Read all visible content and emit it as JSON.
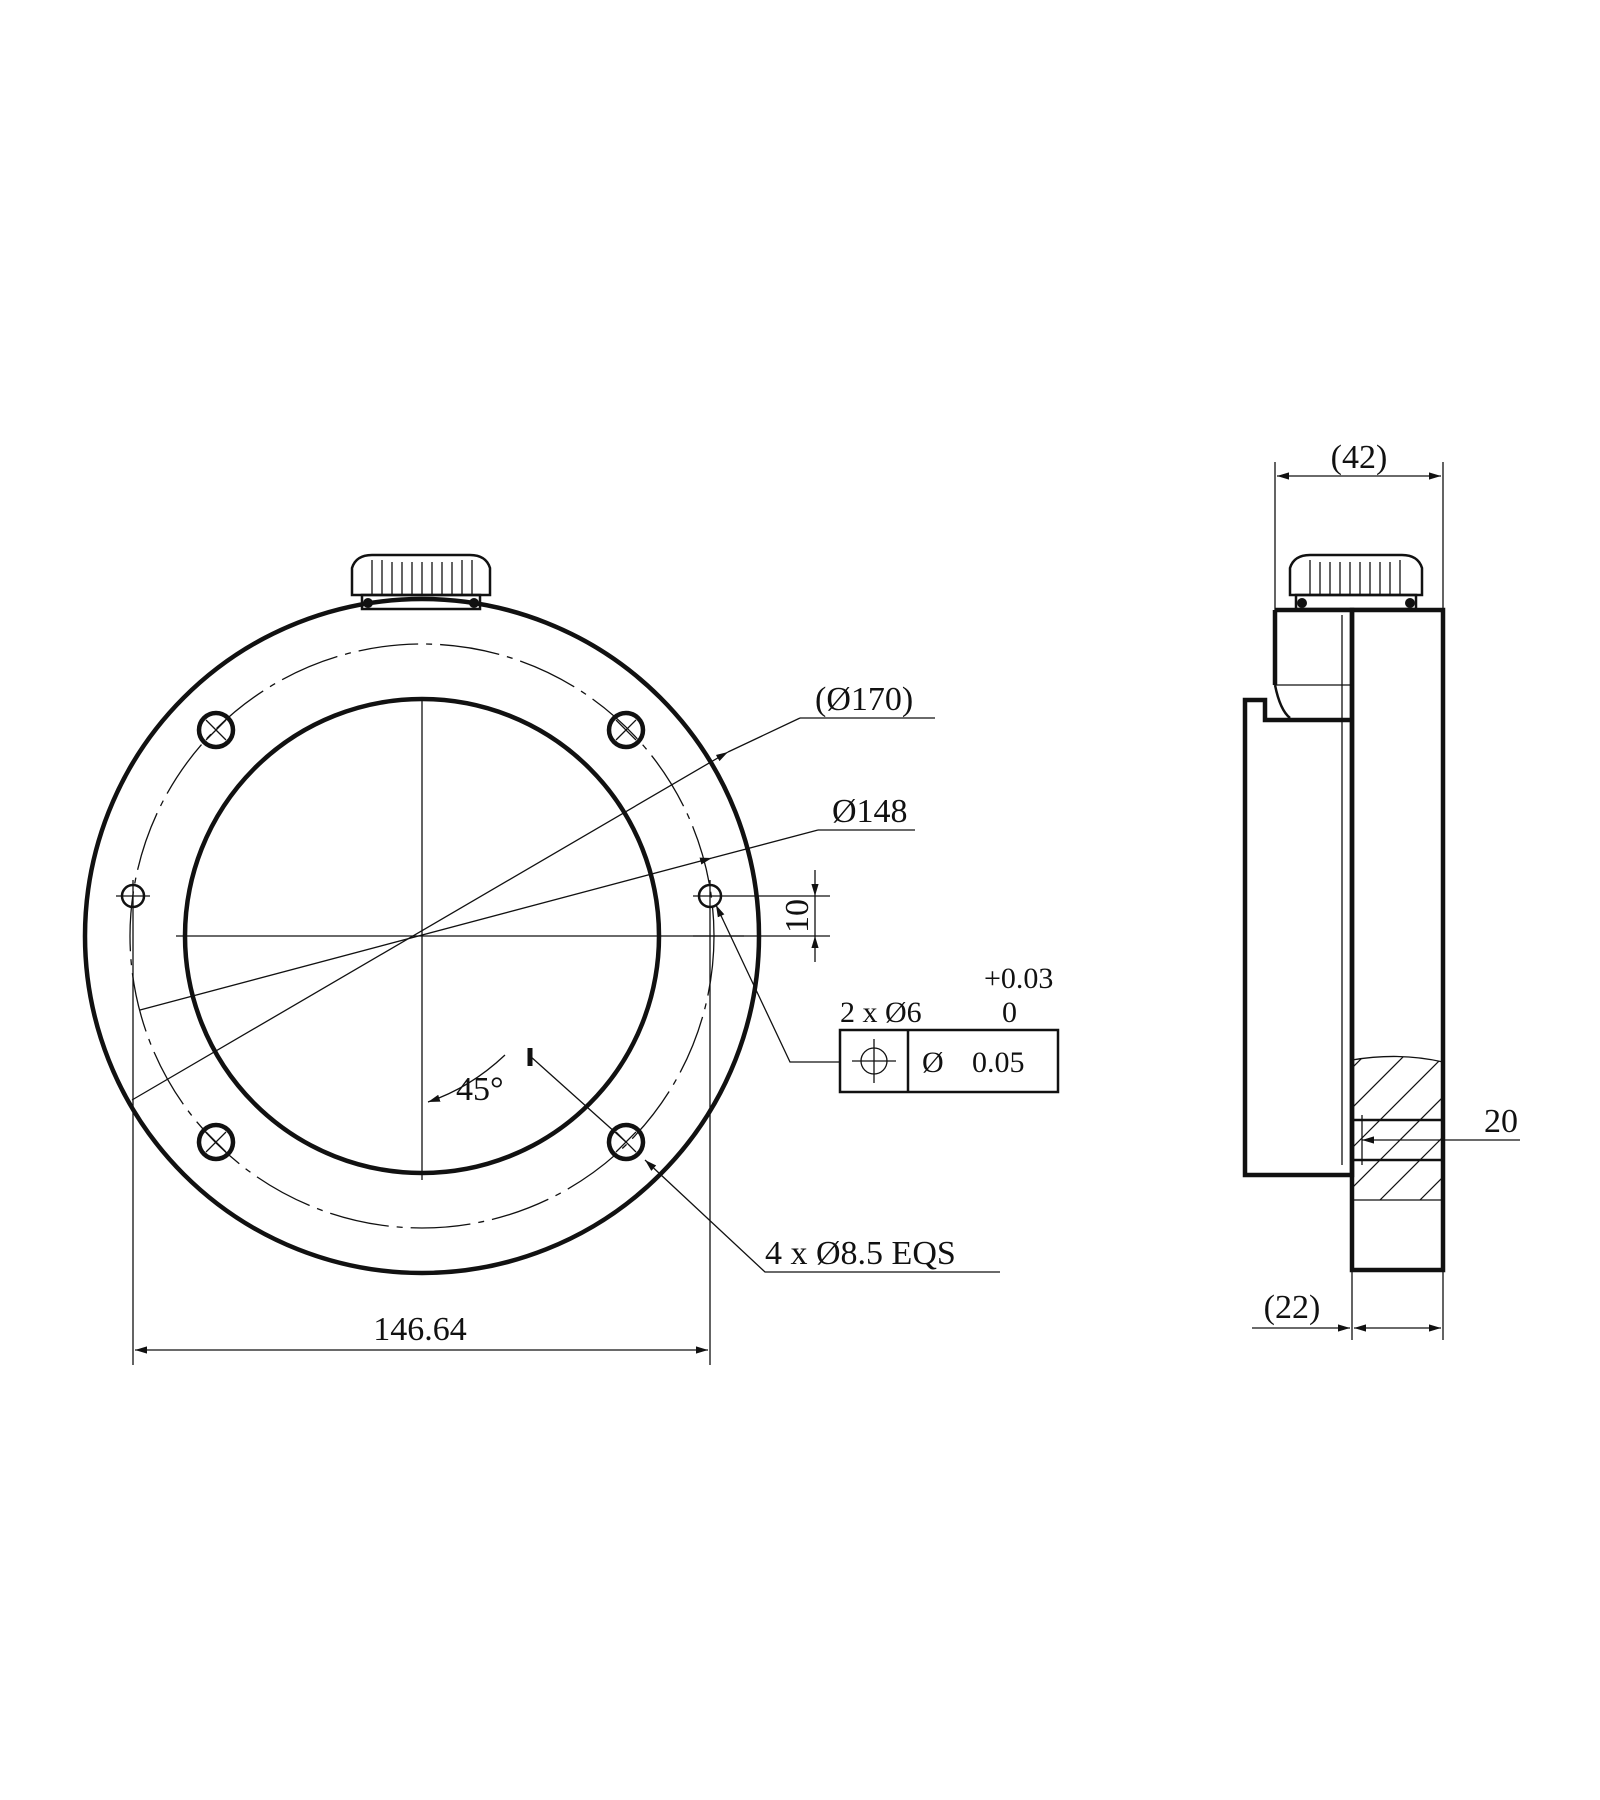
{
  "front_view": {
    "dimensions": {
      "outer_diameter": "(Ø170)",
      "bolt_circle_diameter": "Ø148",
      "pin_offset": "10",
      "pin_spacing": "146.64",
      "bolt_angle": "45°",
      "bolt_holes": "4 x Ø8.5 EQS"
    },
    "tolerance": {
      "pin_callout": "2 x Ø6",
      "upper_deviation": "+0.03",
      "lower_deviation": "0",
      "fcf_symbol": "position-symbol",
      "fcf_diameter": "Ø",
      "fcf_value": "0.05"
    }
  },
  "side_view": {
    "dimensions": {
      "overall_width": "(42)",
      "flange_width": "(22)",
      "bore_depth": "20"
    }
  },
  "colors": {
    "line": "#111111",
    "background": "#ffffff"
  }
}
